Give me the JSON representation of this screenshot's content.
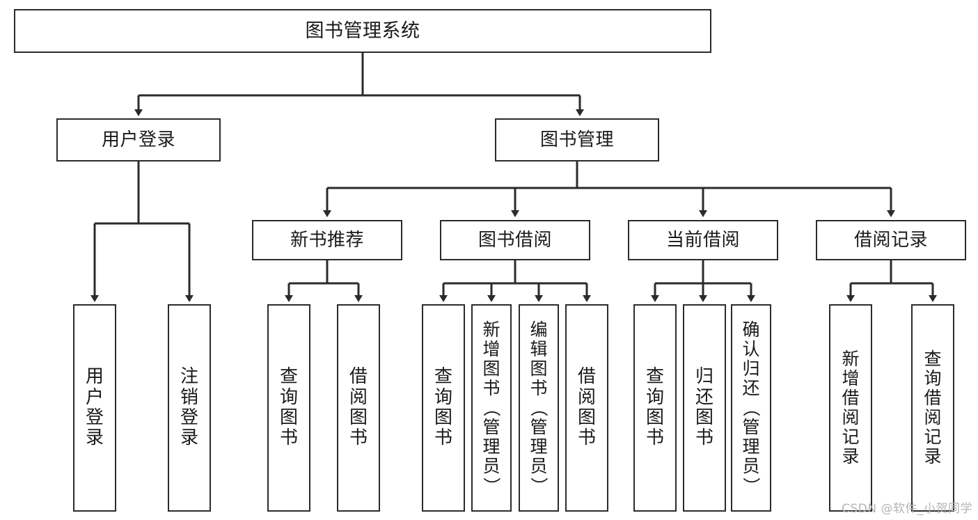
{
  "diagram": {
    "title": "图书管理系统",
    "type": "tree-hierarchy-chart",
    "root": {
      "label": "图书管理系统"
    },
    "level1": [
      {
        "label": "用户登录"
      },
      {
        "label": "图书管理"
      }
    ],
    "level2": [
      {
        "label": "新书推荐"
      },
      {
        "label": "图书借阅"
      },
      {
        "label": "当前借阅"
      },
      {
        "label": "借阅记录"
      }
    ],
    "leaves": {
      "user_login": [
        {
          "label": "用户登录"
        },
        {
          "label": "注销登录"
        }
      ],
      "new_book_recommend": [
        {
          "label": "查询图书"
        },
        {
          "label": "借阅图书"
        }
      ],
      "book_borrow": [
        {
          "label": "查询图书"
        },
        {
          "label": "新增图书（管理员）"
        },
        {
          "label": "编辑图书（管理员）"
        },
        {
          "label": "借阅图书"
        }
      ],
      "current_borrow": [
        {
          "label": "查询图书"
        },
        {
          "label": "归还图书"
        },
        {
          "label": "确认归还（管理员）"
        }
      ],
      "borrow_record": [
        {
          "label": "新增借阅记录"
        },
        {
          "label": "查询借阅记录"
        }
      ]
    }
  },
  "watermark": {
    "text": "CSDN @软件_小贺同学"
  },
  "colors": {
    "stroke": "#2b2b2b",
    "fill": "#ffffff",
    "text": "#1a1a1a",
    "watermark": "#b4b4b4"
  }
}
